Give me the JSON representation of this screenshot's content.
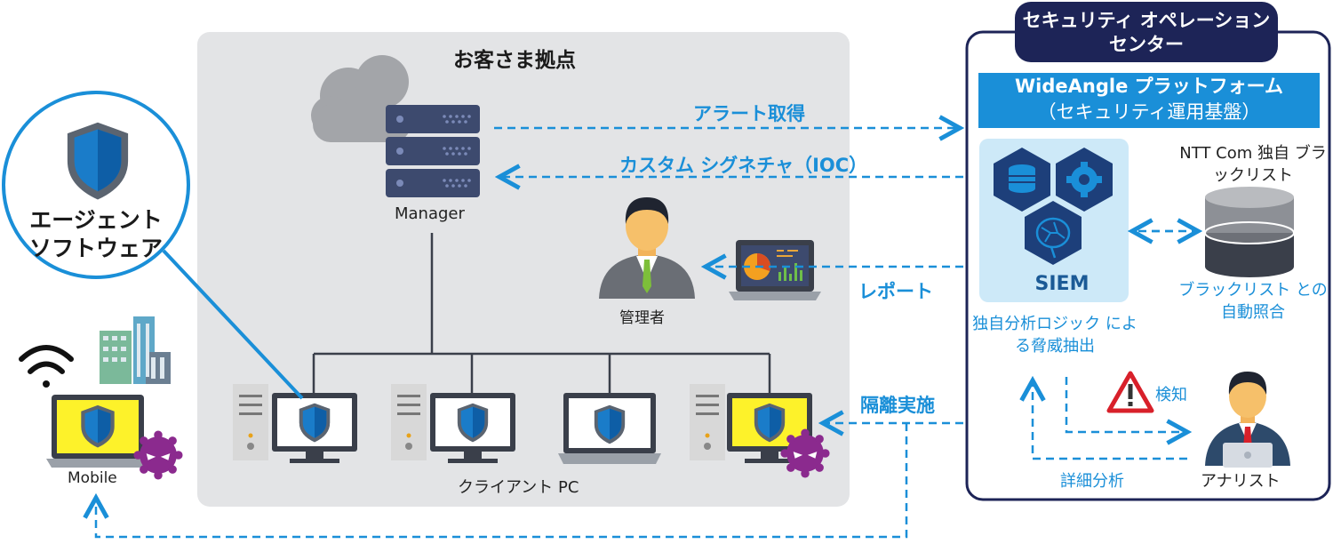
{
  "customer_site": {
    "title": "お客さま拠点"
  },
  "agent_callout": {
    "label": "エージェント ソフトウェア"
  },
  "manager": {
    "label": "Manager"
  },
  "admin": {
    "label": "管理者"
  },
  "clients": {
    "label": "クライアント PC"
  },
  "mobile": {
    "label": "Mobile"
  },
  "flows": {
    "alert": "アラート取得",
    "custom_signature": "カスタム シグネチャ（IOC）",
    "report": "レポート",
    "isolation": "隔離実施"
  },
  "soc": {
    "title": "セキュリティ オペレーションセンター",
    "platform_name": "WideAngle プラットフォーム",
    "platform_sub": "（セキュリティ運用基盤）",
    "siem": "SIEM",
    "logic": "独自分析ロジック による脅威抽出",
    "ntt_blacklist": "NTT Com 独自 ブラックリスト",
    "blacklist_auto": "ブラックリスト との自動照合",
    "detect": "検知",
    "detail": "詳細分析",
    "analyst": "アナリスト"
  },
  "colors": {
    "accent_blue": "#1a8fd8",
    "navy": "#1d2457",
    "site_bg": "#e3e4e6",
    "server": "#3d4a6e",
    "malware": "#8b2a8e",
    "alert_red": "#d8202a"
  }
}
